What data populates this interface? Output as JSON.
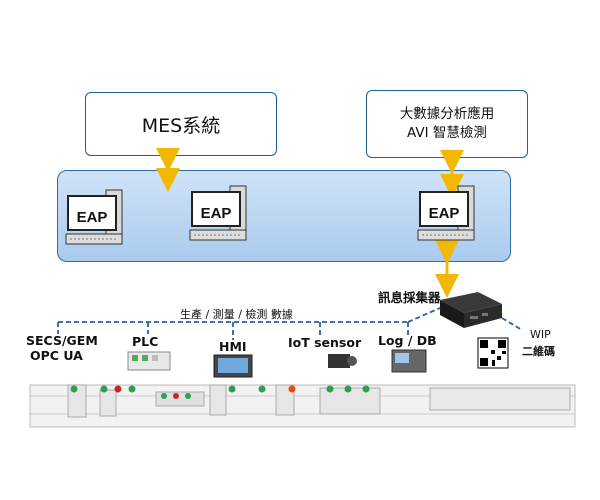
{
  "mes_box": {
    "label": "MES系統"
  },
  "bigdata_box": {
    "line1": "大數據分析應用",
    "line2": "AVI 智慧檢測"
  },
  "eap_nodes": [
    {
      "label": "EAP"
    },
    {
      "label": "EAP"
    },
    {
      "label": "EAP"
    }
  ],
  "collector": {
    "label": "訊息採集器"
  },
  "bus": {
    "label": "生產 / 測量 / 檢測 數據"
  },
  "sources": [
    {
      "line1": "SECS/GEM",
      "line2": "OPC UA"
    },
    {
      "line1": "PLC"
    },
    {
      "line1": "HMI"
    },
    {
      "line1": "IoT sensor"
    },
    {
      "line1": "Log / DB"
    }
  ],
  "wip": {
    "line1": "WIP",
    "line2": "二維碼"
  },
  "colors": {
    "arrow": "#f2b800",
    "band": "#a9cbee",
    "border": "#1f5f8b",
    "bus_line": "#2f5fa0"
  }
}
